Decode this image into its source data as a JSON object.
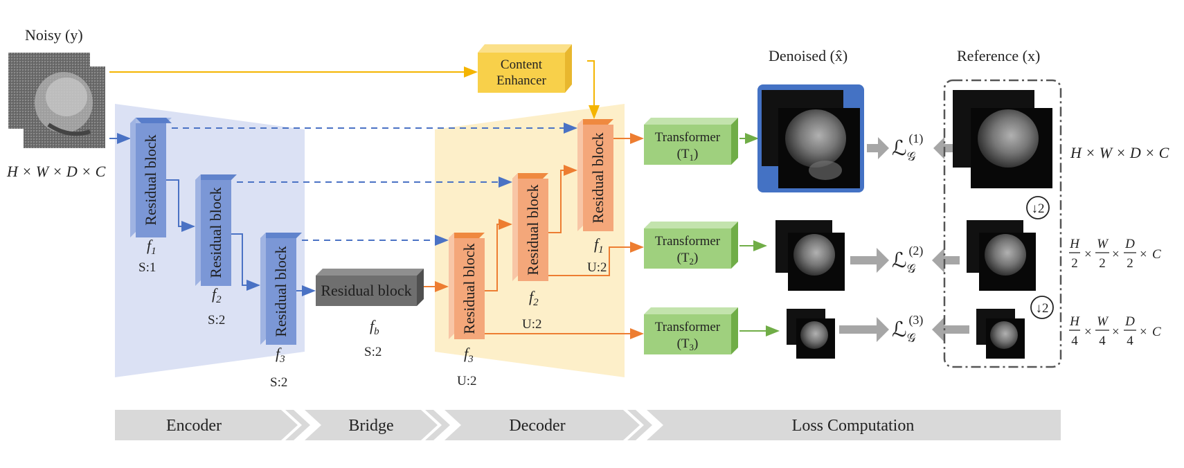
{
  "input": {
    "title": "Noisy (y)",
    "dims": "H × W × D × C"
  },
  "encoder": {
    "blocks": [
      {
        "label": "Residual block",
        "f": "f",
        "sub": "1",
        "stride": "S:1"
      },
      {
        "label": "Residual block",
        "f": "f",
        "sub": "2",
        "stride": "S:2"
      },
      {
        "label": "Residual block",
        "f": "f",
        "sub": "3",
        "stride": "S:2"
      }
    ]
  },
  "bridge": {
    "label": "Residual block",
    "f": "f",
    "sub": "b",
    "stride": "S:2"
  },
  "decoder": {
    "blocks": [
      {
        "label": "Residual block",
        "f": "f",
        "sub": "3",
        "stride": "U:2"
      },
      {
        "label": "Residual block",
        "f": "f",
        "sub": "2",
        "stride": "U:2"
      },
      {
        "label": "Residual block",
        "f": "f",
        "sub": "1",
        "stride": "U:2"
      }
    ]
  },
  "content_enhancer": {
    "line1": "Content",
    "line2": "Enhancer"
  },
  "transformers": [
    {
      "line1": "Transformer",
      "line2": "(T",
      "sub": "1",
      "close": ")"
    },
    {
      "line1": "Transformer",
      "line2": "(T",
      "sub": "2",
      "close": ")"
    },
    {
      "line1": "Transformer",
      "line2": "(T",
      "sub": "3",
      "close": ")"
    }
  ],
  "denoised": {
    "title": "Denoised (x̂)"
  },
  "reference": {
    "title": "Reference (x)",
    "downsample": "↓2"
  },
  "losses": [
    {
      "symbol": "ℒ",
      "sub": "𝒢",
      "sup": "(1)"
    },
    {
      "symbol": "ℒ",
      "sub": "𝒢",
      "sup": "(2)"
    },
    {
      "symbol": "ℒ",
      "sub": "𝒢",
      "sup": "(3)"
    }
  ],
  "scales": [
    {
      "text": "H × W × D × C"
    },
    {
      "h": "H",
      "w": "W",
      "d": "D",
      "den": "2",
      "c": "C"
    },
    {
      "h": "H",
      "w": "W",
      "d": "D",
      "den": "4",
      "c": "C"
    }
  ],
  "stages": [
    "Encoder",
    "Bridge",
    "Decoder",
    "Loss Computation"
  ],
  "colors": {
    "encoder": "#7b97d6",
    "decoder": "#f4a77a",
    "bridge": "#6f6f6f",
    "enhancer": "#f8d04a",
    "transformer": "#9fd07e",
    "blue_arrow": "#4a72c4",
    "orange_arrow": "#ed7d31",
    "yellow_arrow": "#f4b400",
    "green_arrow": "#70ad47"
  }
}
